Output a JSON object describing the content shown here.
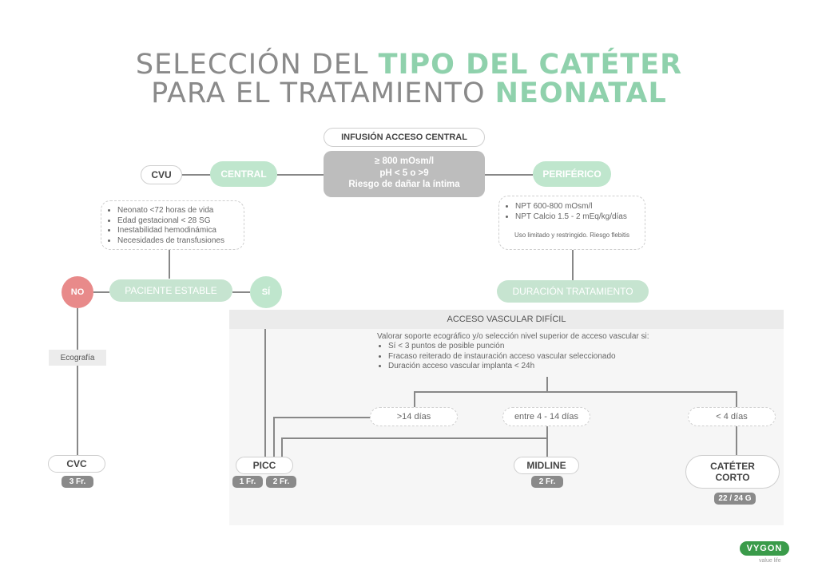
{
  "title": {
    "line1_plain": "SELECCIÓN DEL ",
    "line1_highlight": "TIPO DEL CATÉTER",
    "line2_plain": "PARA EL TRATAMIENTO ",
    "line2_highlight": "NEONATAL"
  },
  "top": {
    "infusion_label": "INFUSIÓN ACCESO CENTRAL",
    "criteria": [
      "≥ 800 mOsm/l",
      "pH < 5 o >9",
      "Riesgo de dañar la íntima"
    ]
  },
  "central": {
    "label": "CENTRAL",
    "cvu": "CVU"
  },
  "periferico": {
    "label": "PERIFÉRICO"
  },
  "central_notes": [
    "Neonato <72 horas de vida",
    "Edad gestacional < 28 SG",
    "Inestabilidad hemodinámica",
    "Necesidades de transfusiones"
  ],
  "periferico_notes": {
    "items": [
      "NPT 600-800 mOsm/l",
      "NPT Calcio 1.5 - 2 mEq/kg/días"
    ],
    "footer": "Uso limitado y restringido. Riesgo flebitis"
  },
  "stable": {
    "no": "NO",
    "label": "PACIENTE ESTABLE",
    "yes": "SÍ"
  },
  "duracion": "DURACIÓN TRATAMIENTO",
  "ecografia": "Ecografía",
  "dificil": {
    "header": "ACCESO VASCULAR DIFÍCIL",
    "intro": "Valorar soporte ecográfico y/o selección nivel superior de acceso vascular si:",
    "items": [
      "Sí < 3 puntos de posible punción",
      "Fracaso reiterado de instauración acceso vascular seleccionado",
      "Duración acceso vascular implanta < 24h"
    ]
  },
  "durations": [
    ">14 días",
    "entre 4 - 14 días",
    "< 4 días"
  ],
  "catheters": {
    "cvc": {
      "name": "CVC",
      "size": "3 Fr."
    },
    "picc": {
      "name": "PICC",
      "sizes": [
        "1 Fr.",
        "2 Fr."
      ]
    },
    "midline": {
      "name": "MIDLINE",
      "size": "2 Fr."
    },
    "corto": {
      "name_line1": "CATÉTER",
      "name_line2": "CORTO",
      "size": "22 / 24 G"
    }
  },
  "brand": {
    "logo": "VYGON",
    "tagline": "value life"
  },
  "colors": {
    "green": "#8fd1ac",
    "green_light": "#bfe6cd",
    "gray_box": "#bdbdbd",
    "red": "#e88a8a",
    "tag_gray": "#8a8a8a"
  }
}
